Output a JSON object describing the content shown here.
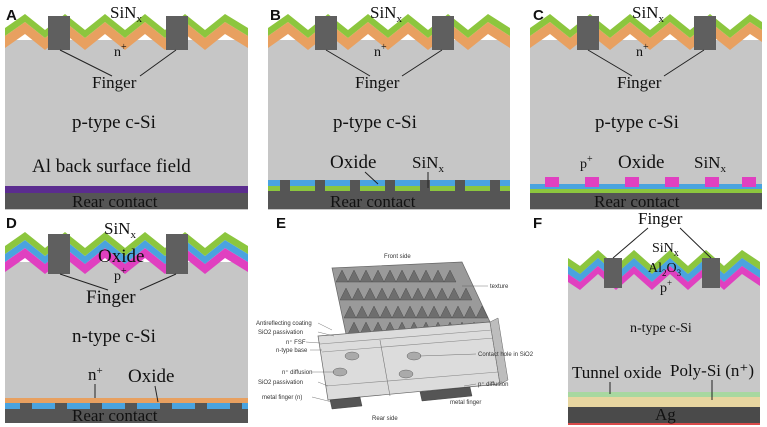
{
  "colors": {
    "silicon": "#c6c6c6",
    "sinx": "#8cc63e",
    "emitter": "#e8a060",
    "contact": "#5a5a5a",
    "finger": "#5f5f5f",
    "oxide": "#4aa3df",
    "p_plus": "#e040c0",
    "al_bsf": "#5b2c8f",
    "ag": "#4a4a4a",
    "polysi": "#e8d6a0",
    "tunnel": "#a8d8a0"
  },
  "panels": {
    "A": {
      "letter": "A",
      "sinx": "SiN",
      "sinx_sub": "x",
      "emitter": "n",
      "emitter_sup": "+",
      "finger": "Finger",
      "substrate": "p-type c-Si",
      "bsf": "Al back surface field",
      "rear": "Rear contact"
    },
    "B": {
      "letter": "B",
      "sinx": "SiN",
      "sinx_sub": "x",
      "emitter": "n",
      "emitter_sup": "+",
      "finger": "Finger",
      "substrate": "p-type c-Si",
      "oxide": "Oxide",
      "rear_sinx": "SiN",
      "rear_sinx_sub": "x",
      "rear": "Rear contact"
    },
    "C": {
      "letter": "C",
      "sinx": "SiN",
      "sinx_sub": "x",
      "emitter": "n",
      "emitter_sup": "+",
      "finger": "Finger",
      "substrate": "p-type c-Si",
      "pplus": "p",
      "pplus_sup": "+",
      "oxide": "Oxide",
      "rear_sinx": "SiN",
      "rear_sinx_sub": "x",
      "rear": "Rear contact"
    },
    "D": {
      "letter": "D",
      "sinx": "SiN",
      "sinx_sub": "x",
      "oxide_top": "Oxide",
      "pplus": "p",
      "pplus_sup": "+",
      "finger": "Finger",
      "substrate": "n-type c-Si",
      "nplus": "n",
      "nplus_sup": "+",
      "oxide": "Oxide",
      "rear": "Rear contact"
    },
    "E": {
      "letter": "E",
      "front_side": "Front side",
      "texture": "texture",
      "arc": "Antireflecting coating",
      "sio2_pass_top": "SiO2 passivation",
      "fsf": "n⁺ FSF",
      "base": "n-type base",
      "ndiff": "n⁺ diffusion",
      "sio2_pass_bot": "SiO2 passivation",
      "metal_n": "metal finger (n)",
      "rear_side": "Rear side",
      "contact_hole": "Contact hole in SiO2",
      "pdiff": "p⁺ diffusion",
      "metal_finger": "metal finger"
    },
    "F": {
      "letter": "F",
      "finger": "Finger",
      "sinx": "SiN",
      "sinx_sub": "x",
      "alox": "Al",
      "alox_sub1": "2",
      "alox_mid": "O",
      "alox_sub2": "3",
      "pplus": "p",
      "pplus_sup": "+",
      "substrate": "n-type c-Si",
      "tunnel": "Tunnel oxide",
      "polysi": "Poly-Si (n⁺)",
      "ag": "Ag"
    }
  }
}
